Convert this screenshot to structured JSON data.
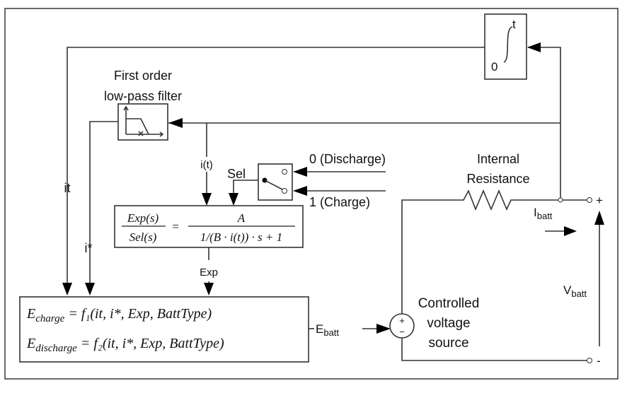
{
  "integrator": {
    "upper_limit": "t",
    "lower_limit": "0"
  },
  "filter": {
    "title_line1": "First order",
    "title_line2": "low-pass filter"
  },
  "signals": {
    "it": "it",
    "istar": "i*",
    "i_t": "i(t)",
    "sel": "Sel",
    "exp": "Exp",
    "ebatt_main": "E",
    "ebatt_sub": "batt"
  },
  "switch": {
    "input0": "0 (Discharge)",
    "input1": "1 (Charge)"
  },
  "exp_tf": {
    "num_left": "Exp(s)",
    "den_left": "Sel(s)",
    "equals": "=",
    "num_right": "A",
    "den_right": "1/(B · i(t)) · s + 1"
  },
  "energy": {
    "charge_lhs": "E",
    "charge_sub": "charge",
    "charge_rhs": " = f₁(it, i*, Exp, BattType)",
    "discharge_lhs": "E",
    "discharge_sub": "discharge",
    "discharge_rhs": " = f₂(it, i*, Exp, BattType)"
  },
  "resistor": {
    "line1": "Internal",
    "line2": "Resistance"
  },
  "source": {
    "line1": "Controlled",
    "line2": "voltage",
    "line3": "source",
    "plus": "+",
    "minus": "−"
  },
  "terminals": {
    "plus": "+",
    "minus": "-"
  },
  "ibatt": {
    "main": "I",
    "sub": "batt"
  },
  "vbatt": {
    "main": "V",
    "sub": "batt"
  }
}
